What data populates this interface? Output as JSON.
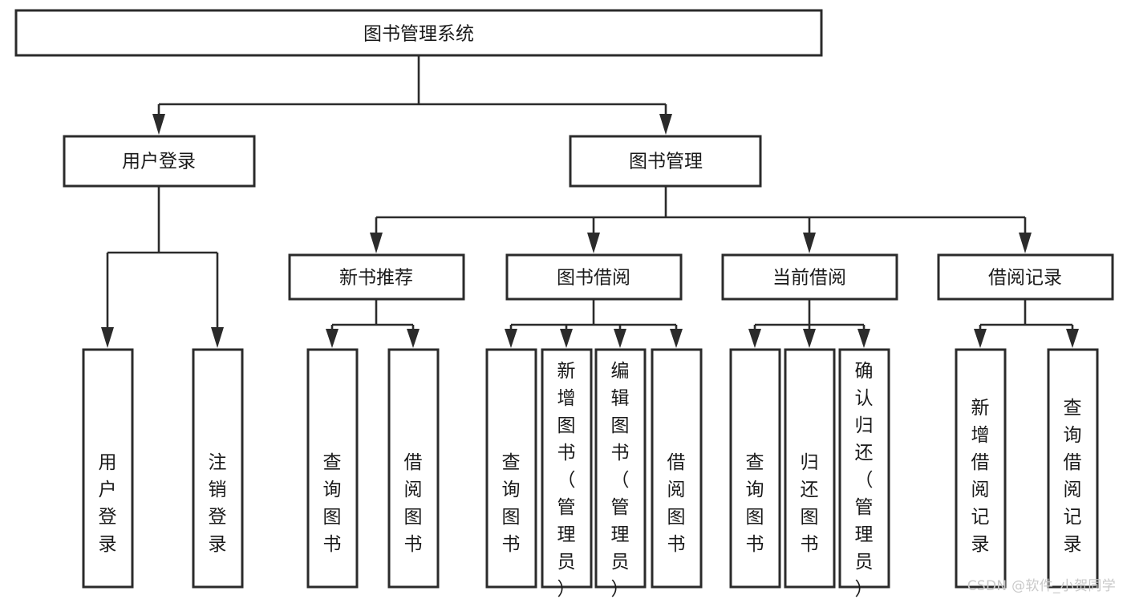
{
  "diagram": {
    "title": "图书管理系统",
    "type": "tree-hierarchy",
    "levels": [
      {
        "level": 1,
        "nodes": [
          {
            "id": "root",
            "label": "图书管理系统"
          }
        ]
      },
      {
        "level": 2,
        "nodes": [
          {
            "id": "login",
            "label": "用户登录",
            "parent": "root"
          },
          {
            "id": "bookmgmt",
            "label": "图书管理",
            "parent": "root"
          }
        ]
      },
      {
        "level": 3,
        "nodes": [
          {
            "id": "newbook",
            "label": "新书推荐",
            "parent": "bookmgmt"
          },
          {
            "id": "borrow",
            "label": "图书借阅",
            "parent": "bookmgmt"
          },
          {
            "id": "current",
            "label": "当前借阅",
            "parent": "bookmgmt"
          },
          {
            "id": "record",
            "label": "借阅记录",
            "parent": "bookmgmt"
          }
        ]
      },
      {
        "level": 4,
        "nodes": [
          {
            "id": "leaf1",
            "label": "用户登录",
            "parent": "login"
          },
          {
            "id": "leaf2",
            "label": "注销登录",
            "parent": "login"
          },
          {
            "id": "leaf3",
            "label": "查询图书",
            "parent": "newbook"
          },
          {
            "id": "leaf4",
            "label": "借阅图书",
            "parent": "newbook"
          },
          {
            "id": "leaf5",
            "label": "查询图书",
            "parent": "borrow"
          },
          {
            "id": "leaf6",
            "label": "新增图书（管理员）",
            "parent": "borrow"
          },
          {
            "id": "leaf7",
            "label": "编辑图书（管理员）",
            "parent": "borrow"
          },
          {
            "id": "leaf8",
            "label": "借阅图书",
            "parent": "borrow"
          },
          {
            "id": "leaf9",
            "label": "查询图书",
            "parent": "current"
          },
          {
            "id": "leaf10",
            "label": "归还图书",
            "parent": "current"
          },
          {
            "id": "leaf11",
            "label": "确认归还（管理员）",
            "parent": "current"
          },
          {
            "id": "leaf12",
            "label": "新增借阅记录",
            "parent": "record"
          },
          {
            "id": "leaf13",
            "label": "查询借阅记录",
            "parent": "record"
          }
        ]
      }
    ]
  },
  "colors": {
    "box_stroke": "#2b2b2b",
    "box_fill": "#ffffff",
    "text": "#1a1a1a",
    "watermark": "#c9c9c9",
    "background": "#ffffff"
  },
  "watermark": {
    "text": "CSDN @软件_小贺同学"
  }
}
